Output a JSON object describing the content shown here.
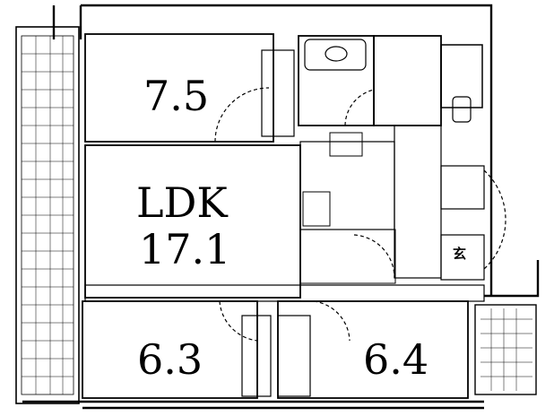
{
  "rooms": {
    "western_room_1": "7.5",
    "ldk_name": "LDK",
    "ldk_size": "17.1",
    "western_room_2": "6.3",
    "western_room_3": "6.4",
    "entrance": "玄"
  }
}
